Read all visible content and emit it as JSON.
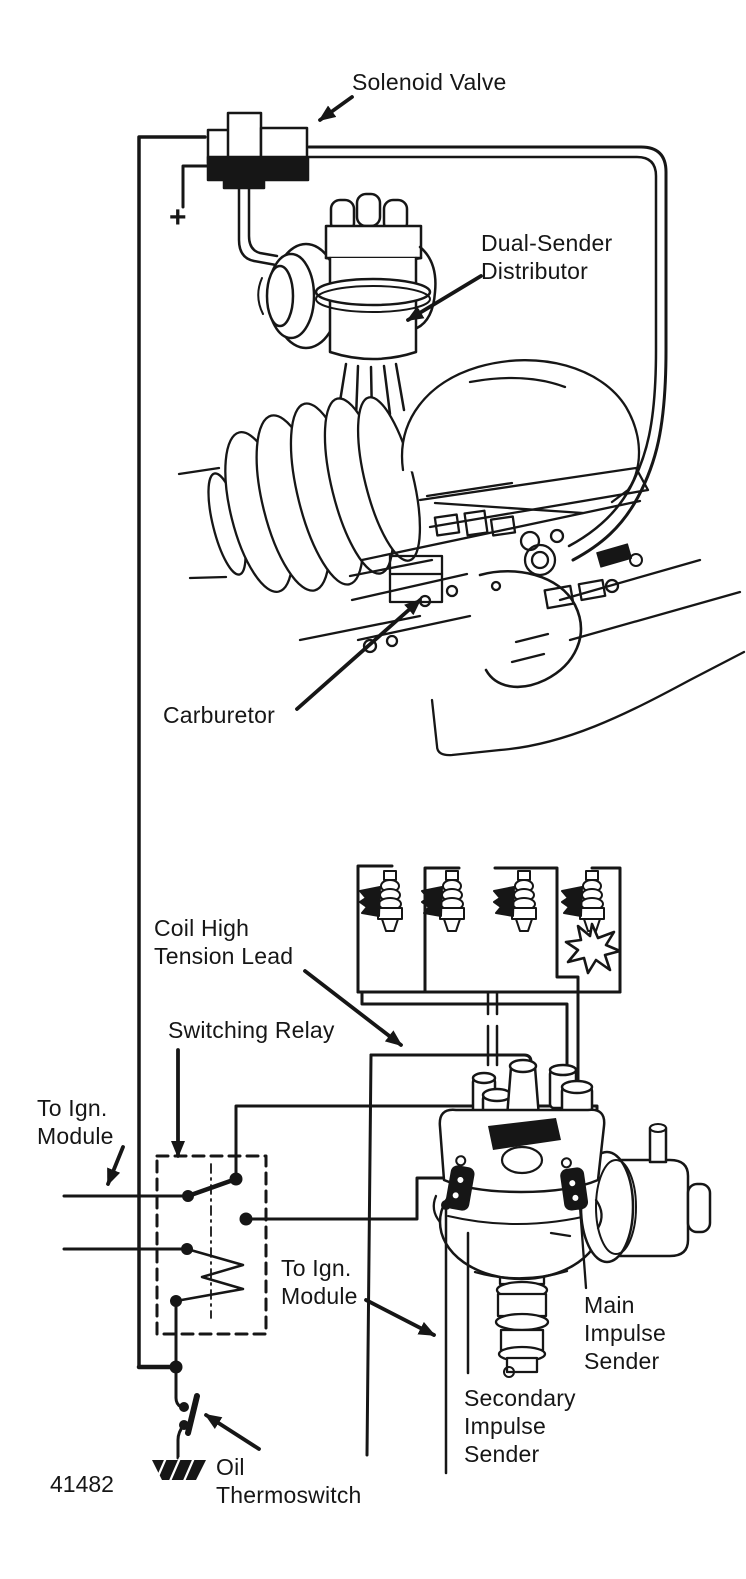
{
  "figure": {
    "number": "41482"
  },
  "labels": {
    "solenoid_valve": "Solenoid Valve",
    "dual_sender_distributor": "Dual-Sender\nDistributor",
    "carburetor": "Carburetor",
    "coil_high_tension_lead": "Coil High\nTension Lead",
    "switching_relay": "Switching Relay",
    "to_ign_module_left": "To Ign.\nModule",
    "to_ign_module_mid": "To Ign.\nModule",
    "main_impulse_sender": "Main\nImpulse\nSender",
    "secondary_impulse_sender": "Secondary\nImpulse\nSender",
    "oil_thermoswitch": "Oil\nThermoswitch",
    "plus_terminal": "+"
  },
  "colors": {
    "ink": "#161616",
    "background": "#ffffff"
  }
}
